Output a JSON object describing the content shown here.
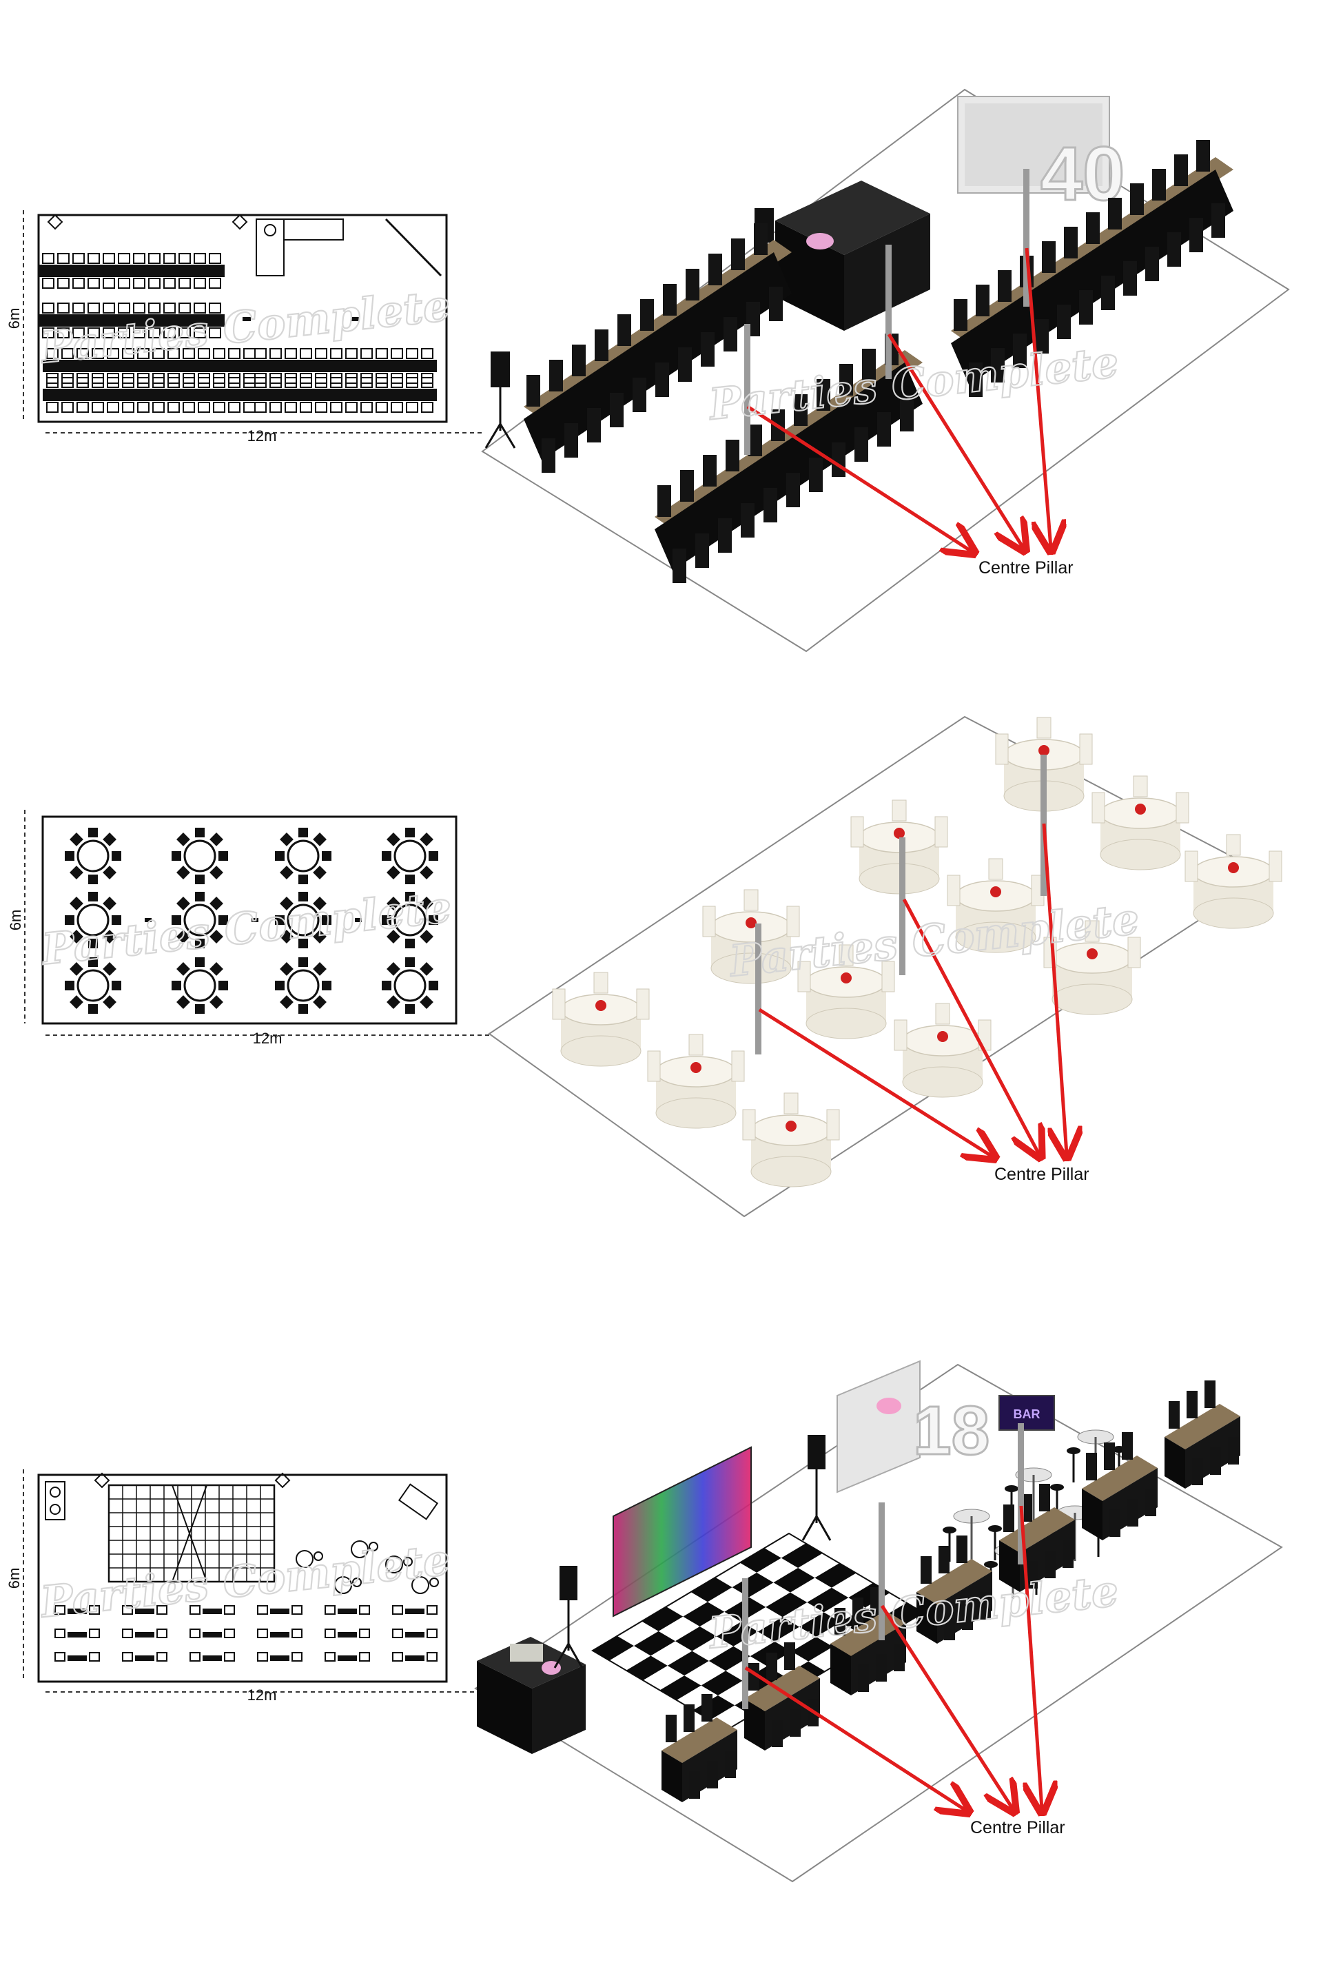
{
  "panels": [
    {
      "id": "panel-1",
      "layout": "long banquet tables",
      "plan": {
        "width_label": "12m",
        "depth_label": "6m"
      },
      "callout": {
        "label": "Centre Pillar"
      },
      "watermark": "Parties Complete",
      "sign_text": "40"
    },
    {
      "id": "panel-2",
      "layout": "round tables",
      "plan": {
        "width_label": "12m",
        "depth_label": "6m"
      },
      "callout": {
        "label": "Centre Pillar"
      },
      "watermark": "Parties Complete"
    },
    {
      "id": "panel-3",
      "layout": "dance floor and banquet tables",
      "plan": {
        "width_label": "12m",
        "depth_label": "6m"
      },
      "callout": {
        "label": "Centre Pillar"
      },
      "watermark": "Parties Complete",
      "sign_text": "18",
      "bar_sign": "BAR"
    }
  ],
  "colors": {
    "arrow": "#e11d1d",
    "table_top": "#8a7658",
    "chair": "#141414",
    "cloth": "#ece8dc"
  }
}
